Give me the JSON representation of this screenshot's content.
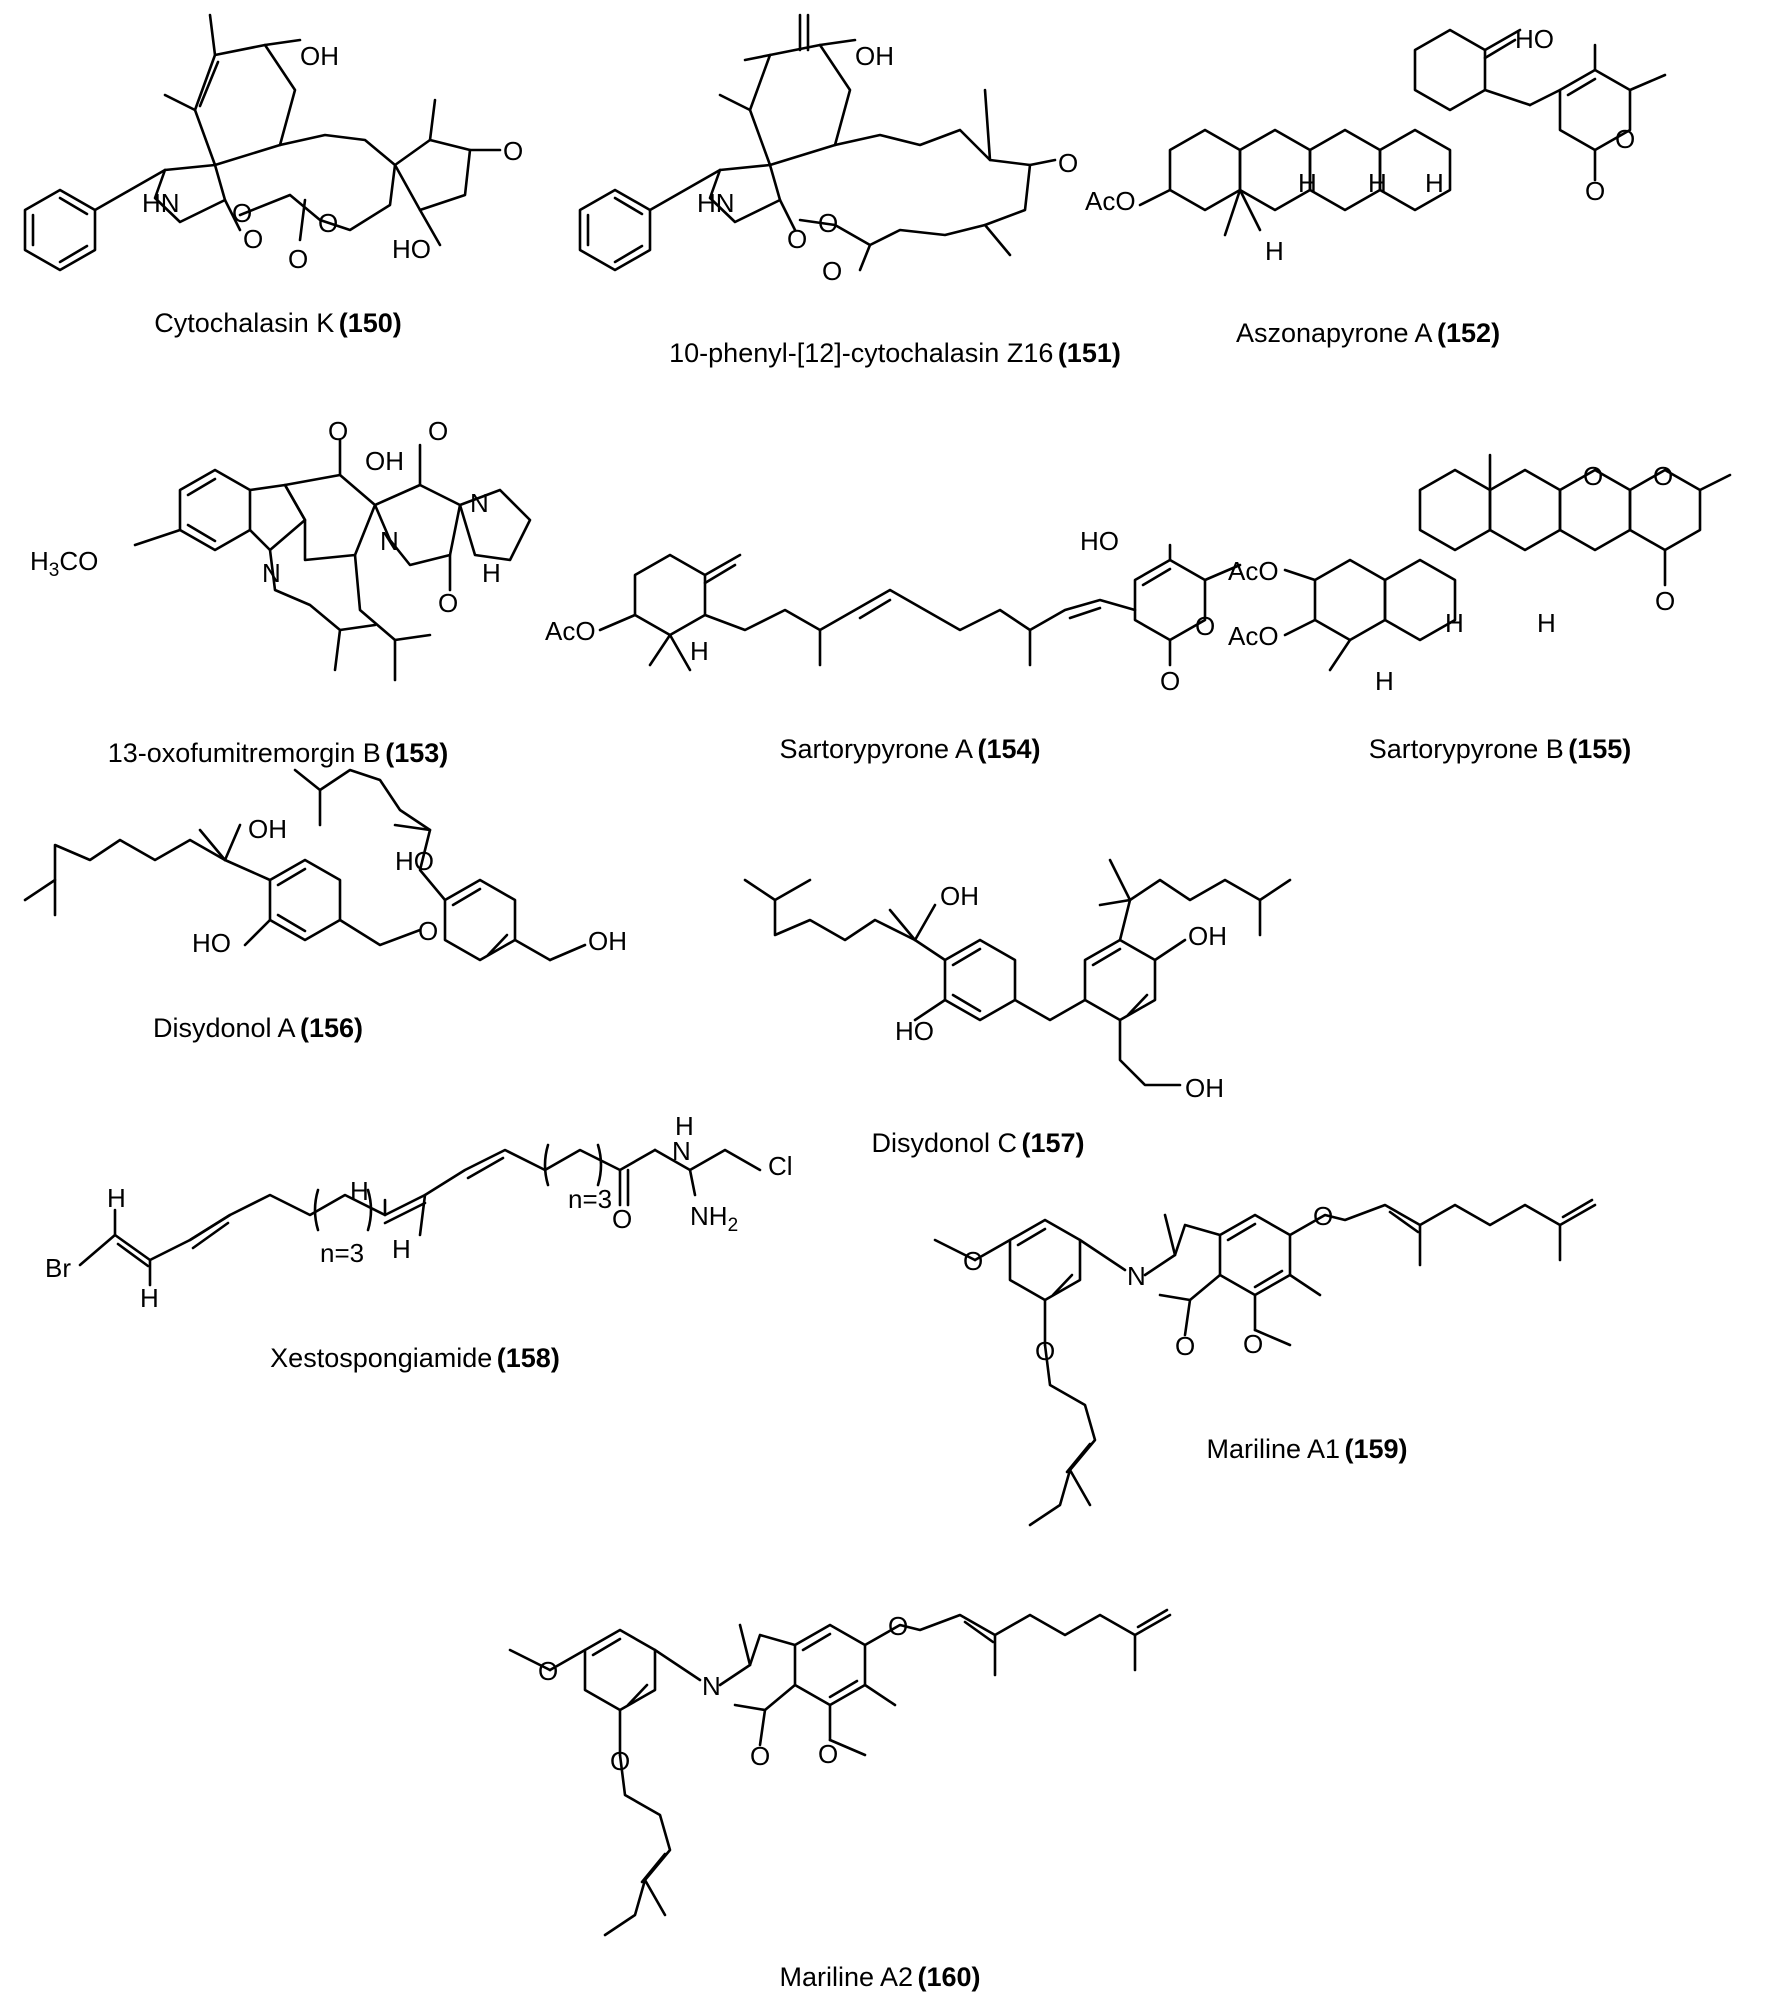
{
  "compounds": [
    {
      "name": "Cytochalasin K",
      "number": "(150)"
    },
    {
      "name": "10-phenyl-[12]-cytochalasin Z16",
      "number": "(151)"
    },
    {
      "name": "Aszonapyrone A",
      "number": "(152)"
    },
    {
      "name": "13-oxofumitremorgin B",
      "number": "(153)"
    },
    {
      "name": "Sartorypyrone A",
      "number": "(154)"
    },
    {
      "name": "Sartorypyrone B",
      "number": "(155)"
    },
    {
      "name": "Disydonol A",
      "number": "(156)"
    },
    {
      "name": "Disydonol C",
      "number": "(157)"
    },
    {
      "name": "Xestospongiamide",
      "number": "(158)"
    },
    {
      "name": "Mariline A1",
      "number": "(159)"
    },
    {
      "name": "Mariline A2",
      "number": "(160)"
    }
  ],
  "atom_labels": {
    "oh": "OH",
    "ho": "HO",
    "o": "O",
    "hn": "HN",
    "n": "N",
    "h": "H",
    "aco": "AcO",
    "br": "Br",
    "cl": "Cl",
    "nh2": "NH",
    "two": "2",
    "three": "3",
    "h3co": "H",
    "co": "CO",
    "n3": "n=3"
  }
}
